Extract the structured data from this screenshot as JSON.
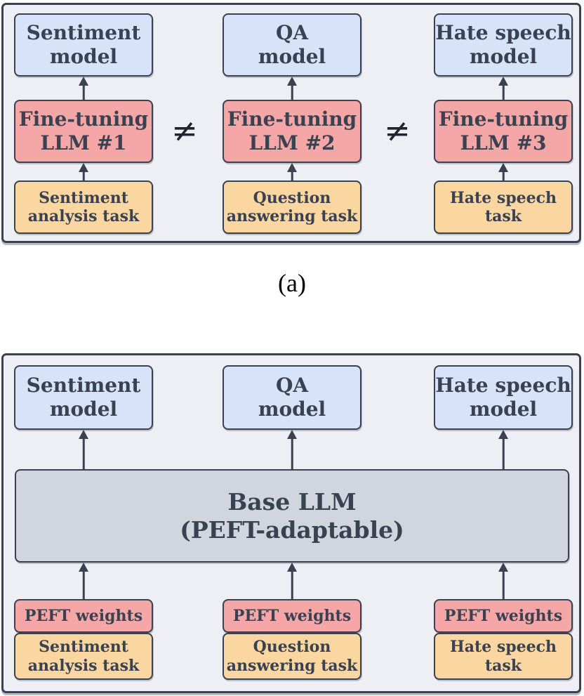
{
  "figure": {
    "caption_a": "(a)",
    "neq_symbol": "≠"
  },
  "panel_a": {
    "columns": [
      {
        "model": "Sentiment\nmodel",
        "finetune": "Fine-tuning\nLLM #1",
        "task": "Sentiment\nanalysis task"
      },
      {
        "model": "QA\nmodel",
        "finetune": "Fine-tuning\nLLM #2",
        "task": "Question\nanswering task"
      },
      {
        "model": "Hate speech\nmodel",
        "finetune": "Fine-tuning\nLLM #3",
        "task": "Hate speech\ntask"
      }
    ]
  },
  "panel_b": {
    "base_llm": "Base LLM\n(PEFT-adaptable)",
    "columns": [
      {
        "model": "Sentiment\nmodel",
        "peft": "PEFT weights",
        "task": "Sentiment\nanalysis task"
      },
      {
        "model": "QA\nmodel",
        "peft": "PEFT weights",
        "task": "Question\nanswering task"
      },
      {
        "model": "Hate speech\nmodel",
        "peft": "PEFT weights",
        "task": "Hate speech\ntask"
      }
    ]
  },
  "colors": {
    "panel_background": "#edeff4",
    "model_fill": "#d7e3f8",
    "finetune_fill": "#f4a7a6",
    "task_fill": "#fad7a0",
    "base_llm_fill": "#d1d6de",
    "border": "#3a4150",
    "text": "#3a4150"
  }
}
